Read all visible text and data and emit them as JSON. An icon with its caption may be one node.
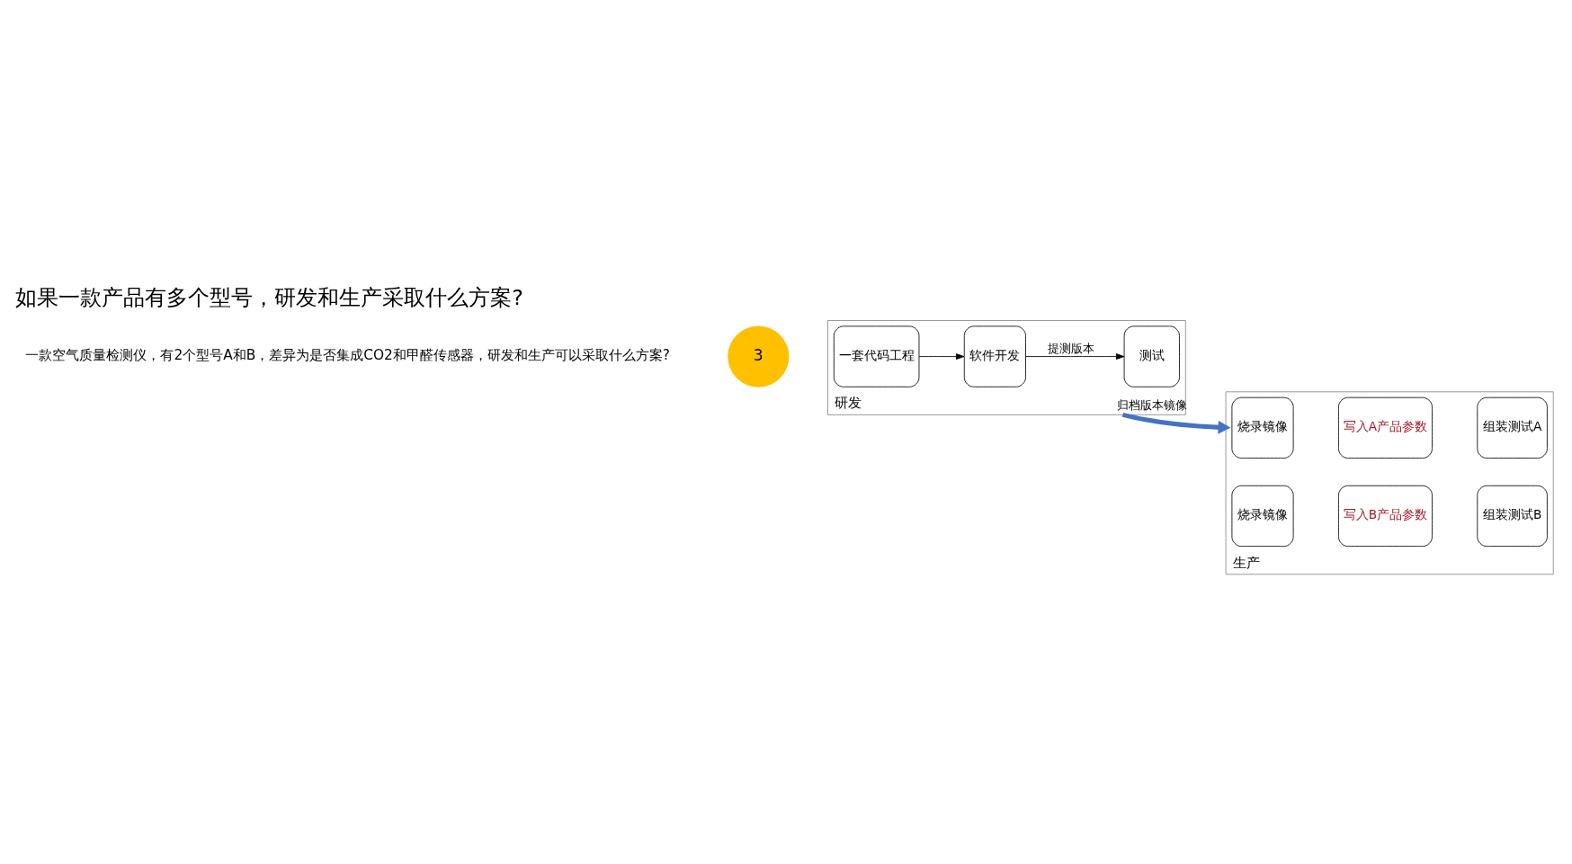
{
  "diagram": {
    "title": "如果一款产品有多个型号，研发和生产采取什么方案?",
    "nodes": [
      {
        "text": [
          "3"
        ]
      },
      {
        "text": [
          "研发"
        ]
      },
      {
        "text": [
          "软件开发"
        ],
        "in": 1
      },
      {
        "text": [
          "测试"
        ],
        "in": 1
      },
      {
        "text": [
          "一套代码工程"
        ],
        "in": 1
      },
      {
        "text": [
          "生产"
        ]
      },
      {
        "text": [
          "烧录镜像"
        ],
        "in": 5
      },
      {
        "text": [
          "写入A产品参数"
        ],
        "in": 5
      },
      {
        "text": [
          "组装测试A"
        ],
        "in": 5
      },
      {
        "text": [
          "烧录镜像"
        ],
        "in": 5
      },
      {
        "text": [
          "写入B产品参数"
        ],
        "in": 5
      },
      {
        "text": [
          "组装测试B"
        ],
        "in": 5
      }
    ],
    "edges": [
      {
        "from": 2,
        "to": 3,
        "arrow": "to",
        "label": "提测版本"
      },
      {
        "from": 4,
        "to": 2,
        "arrow": "to"
      },
      {
        "from": 1,
        "to": 5,
        "arrow": "to",
        "label": "归档版本镜像",
        "style": "thick",
        "color": "#4472c4"
      }
    ],
    "labels": [
      "一款空气质量检测仪，有2个型号A和B，差异为是否集成CO2和甲醛传感器，研发和生产可以采取什么方案?"
    ]
  }
}
